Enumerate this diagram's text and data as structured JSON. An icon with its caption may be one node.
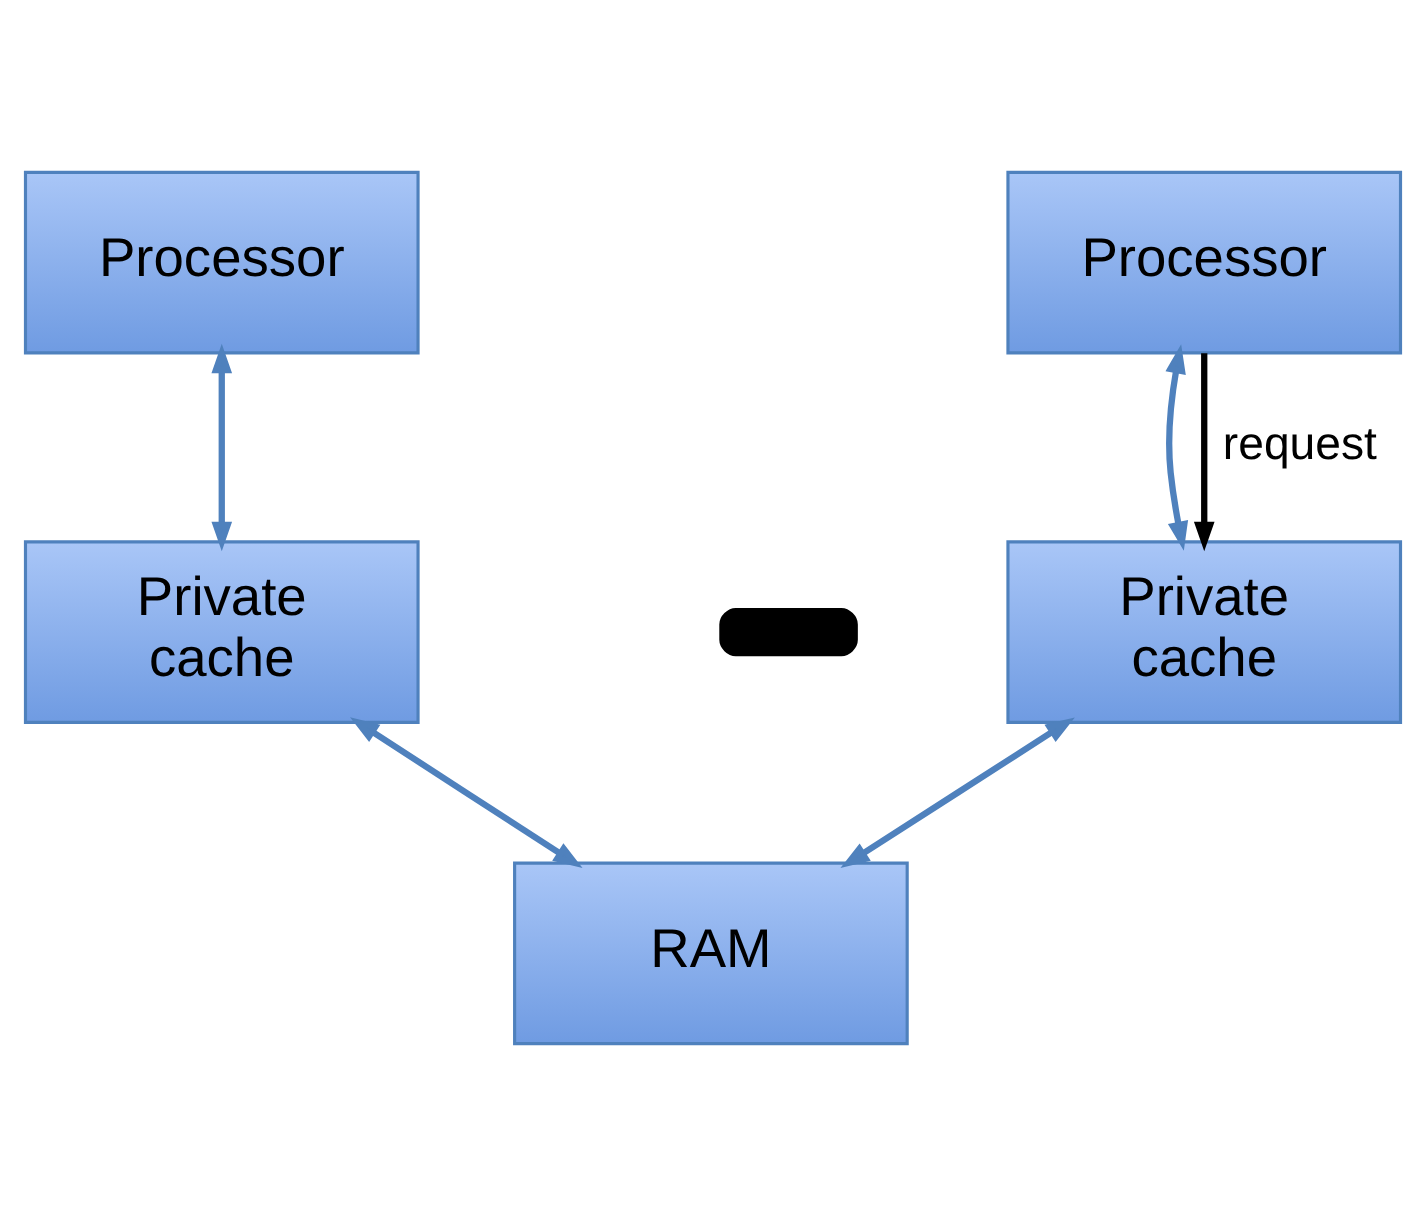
{
  "diagram": {
    "nodes": [
      {
        "text": [
          "Processor"
        ]
      },
      {
        "text": [
          "Processor"
        ]
      },
      {
        "text": [
          "Private cache"
        ]
      },
      {
        "text": [
          "Private cache"
        ]
      },
      {
        "text": [
          "RAM"
        ]
      },
      {
        "text": [],
        "shape": "bar"
      }
    ],
    "edges": [
      {
        "from": 0,
        "to": 2,
        "arrow": "both"
      },
      {
        "from": 1,
        "to": 3,
        "arrow": "both"
      },
      {
        "from": 1,
        "to": 3,
        "arrow": "to",
        "label": "request",
        "color": "#000000"
      },
      {
        "from": 2,
        "to": 4,
        "arrow": "both"
      },
      {
        "from": 3,
        "to": 4,
        "arrow": "both"
      }
    ]
  }
}
